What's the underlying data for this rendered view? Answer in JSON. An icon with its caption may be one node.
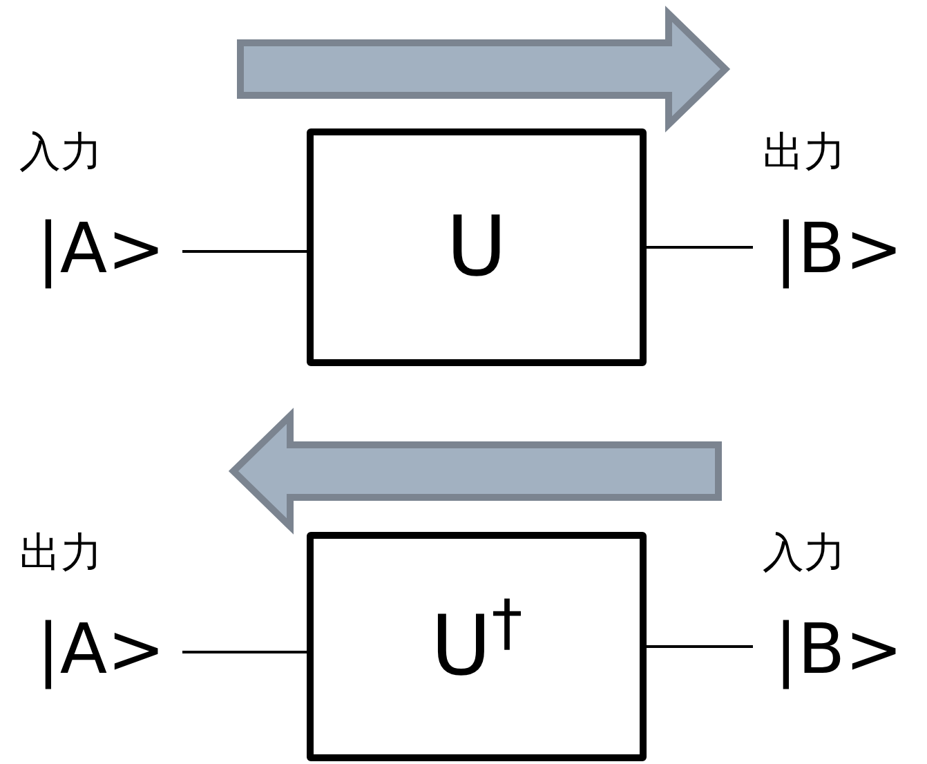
{
  "diagram": {
    "nodes": [
      {
        "text": [
          "|A>"
        ],
        "beside": [
          "入力"
        ]
      },
      {
        "text": [
          "U"
        ]
      },
      {
        "text": [
          "|B>"
        ],
        "beside": [
          "出力"
        ]
      },
      {
        "text": [
          "|A>"
        ],
        "beside": [
          "出力"
        ]
      },
      {
        "text": [
          "U$^{†}$"
        ]
      },
      {
        "text": [
          "|B>"
        ],
        "beside": [
          "入力"
        ]
      }
    ],
    "edges": [
      {
        "from": 0,
        "to": 1,
        "arrow": "none"
      },
      {
        "from": 1,
        "to": 2,
        "arrow": "none"
      },
      {
        "from": 3,
        "to": 4,
        "arrow": "none"
      },
      {
        "from": 4,
        "to": 5,
        "arrow": "none"
      }
    ]
  }
}
